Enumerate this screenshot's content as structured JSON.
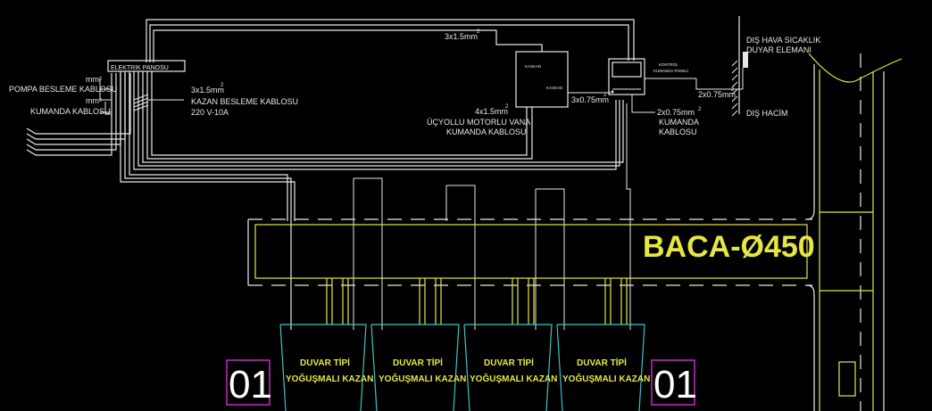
{
  "labels": {
    "top_cable": "3x1.5mm",
    "top_cable_sup": "2",
    "elec_panel": "ELEKTRİK PANOSU",
    "pump_cable": "POMPA BESLEME KABLOSU",
    "pump_size": "mm²",
    "control_cable_left": "KUMANDA KABLOSU",
    "control_size": "mm²",
    "boiler_feed_size": "3x1.5mm",
    "boiler_feed_sup": "2",
    "boiler_feed": "KAZAN BESLEME KABLOSU",
    "boiler_feed_spec": "220 V-10A",
    "valve_size": "4x1.5mm",
    "valve_sup": "2",
    "valve_line1": "ÜÇYOLLU MOTORLU VANA",
    "valve_line2": "KUMANDA KABLOSU",
    "cable_075": "3x0.75mm",
    "cable_075_sup": "2",
    "sensor_cable": "2x0.75mm",
    "sensor_cable_sup": "2",
    "kumanda_size": "2x0.75mm",
    "kumanda_sup": "2",
    "kumanda_line1": "KUMANDA",
    "kumanda_line2": "KABLOSU",
    "outdoor_line1": "DIŞ HAVA SICAKLIK",
    "outdoor_line2": "DUYAR ELEMANI",
    "outdoor_space": "DIŞ HACİM",
    "controller_small": "KONTROL",
    "controller_small2": "KUMANDA PANELİ",
    "cascade_box": "KASKAD",
    "chimney": "BACA-Ø450",
    "boilers": [
      {
        "line1": "DUVAR TİPİ",
        "line2": "YOĞUŞMALI KAZAN"
      },
      {
        "line1": "DUVAR TİPİ",
        "line2": "YOĞUŞMALI KAZAN"
      },
      {
        "line1": "DUVAR TİPİ",
        "line2": "YOĞUŞMALI KAZAN"
      },
      {
        "line1": "DUVAR TİPİ",
        "line2": "YOĞUŞMALI KAZAN"
      }
    ],
    "tag_left": "01",
    "tag_right": "01"
  },
  "colors": {
    "background": "#000000",
    "wire": "#e8e8e8",
    "chimney": "#e6e645",
    "boiler_outline": "#39c6c6",
    "tag": "#d030d0"
  }
}
